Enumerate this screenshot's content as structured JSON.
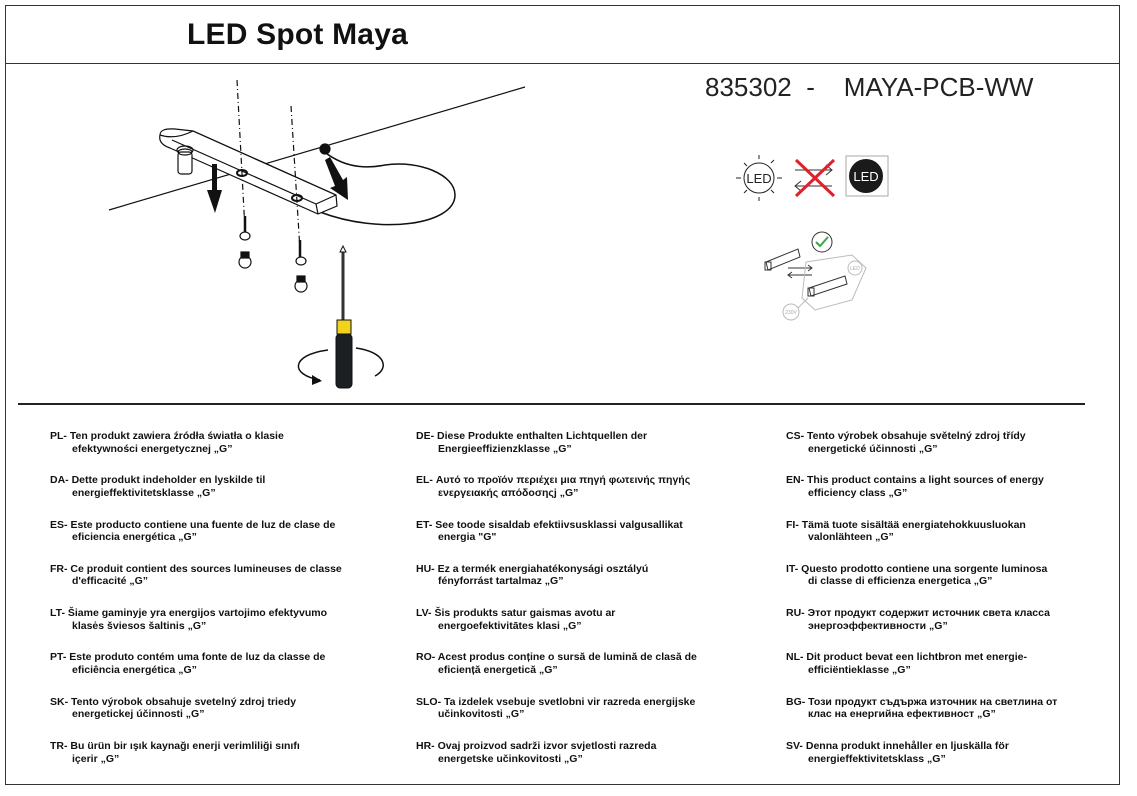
{
  "header": {
    "title": "LED Spot Maya",
    "product_code": "835302  -    MAYA-PCB-WW"
  },
  "icons": {
    "led_bulb_label": "LED",
    "led_integrated_label": "LED",
    "driver_led_label": "LED",
    "driver_voltage_label": "230V",
    "check_color": "#3aa64a",
    "cross_color": "#e0202a",
    "screwdriver_handle_color": "#f2d21b"
  },
  "notices": {
    "columns": [
      [
        {
          "code": "PL-",
          "line1": "Ten produkt zawiera źródła światła o klasie",
          "line2": "efektywności energetycznej „G”"
        },
        {
          "code": "DA-",
          "line1": "Dette produkt indeholder en lyskilde til",
          "line2": "energieffektivitetsklasse „G”"
        },
        {
          "code": "ES-",
          "line1": "Este producto contiene una fuente de luz de clase de",
          "line2": "eficiencia energética „G”"
        },
        {
          "code": "FR-",
          "line1": "Ce produit contient des sources lumineuses de classe",
          "line2": "d'efficacité „G”"
        },
        {
          "code": "LT-",
          "line1": "Šiame gaminyje yra energijos vartojimo efektyvumo",
          "line2": "klasės šviesos šaltinis „G”"
        },
        {
          "code": "PT-",
          "line1": "Este produto contém uma fonte de luz da classe de",
          "line2": "eficiência energética „G”"
        },
        {
          "code": "SK-",
          "line1": "Tento výrobok obsahuje svetelný zdroj triedy",
          "line2": "energetickej účinnosti „G”"
        },
        {
          "code": "TR-",
          "line1": "Bu ürün bir ışık kaynağı enerji verimliliği sınıfı",
          "line2": "içerir „G”"
        }
      ],
      [
        {
          "code": "DE-",
          "line1": "Diese Produkte enthalten Lichtquellen der",
          "line2": "Energieeffizienzklasse „G”"
        },
        {
          "code": "EL-",
          "line1": "Αυτό το προϊόν περιέχει μια πηγή φωτεινής πηγής",
          "line2": "ενεργειακής απόδοσηςj „G”"
        },
        {
          "code": "ET-",
          "line1": "See toode sisaldab efektiivsusklassi valgusallikat",
          "line2": "energia \"G\""
        },
        {
          "code": "HU-",
          "line1": "Ez a termék energiahatékonysági osztályú",
          "line2": "fényforrást tartalmaz „G”"
        },
        {
          "code": "LV-",
          "line1": "Šis produkts satur gaismas avotu ar",
          "line2": "energoefektivitātes klasi „G”"
        },
        {
          "code": "RO-",
          "line1": "Acest produs conține o sursă de lumină de clasă de",
          "line2": "eficiență energetică „G”"
        },
        {
          "code": "SLO-",
          "line1": "Ta izdelek vsebuje svetlobni vir razreda energijske",
          "line2": "učinkovitosti „G”"
        },
        {
          "code": "HR-",
          "line1": "Ovaj proizvod sadrži izvor svjetlosti razreda",
          "line2": "energetske učinkovitosti „G”"
        }
      ],
      [
        {
          "code": "CS-",
          "line1": "Tento výrobek obsahuje světelný zdroj třídy",
          "line2": "energetické účinnosti „G”"
        },
        {
          "code": "EN-",
          "line1": "This product contains a light sources of energy",
          "line2": "efficiency class „G”"
        },
        {
          "code": "FI-",
          "line1": "Tämä tuote sisältää energiatehokkuusluokan",
          "line2": "valonlähteen „G”"
        },
        {
          "code": "IT-",
          "line1": "Questo prodotto contiene una sorgente luminosa",
          "line2": "di classe di efficienza energetica „G”"
        },
        {
          "code": "RU-",
          "line1": "Этот продукт содержит источник света класса",
          "line2": "энергоэффективности „G”"
        },
        {
          "code": "NL-",
          "line1": "Dit product bevat een lichtbron met energie-",
          "line2": "efficiëntieklasse „G”"
        },
        {
          "code": "BG-",
          "line1": "Този продукт съдържа източник на светлина от",
          "line2": "клас на енергийна ефективност „G”"
        },
        {
          "code": "SV-",
          "line1": "Denna produkt innehåller en ljuskälla för",
          "line2": "energieffektivitetsklass „G”"
        }
      ]
    ]
  }
}
